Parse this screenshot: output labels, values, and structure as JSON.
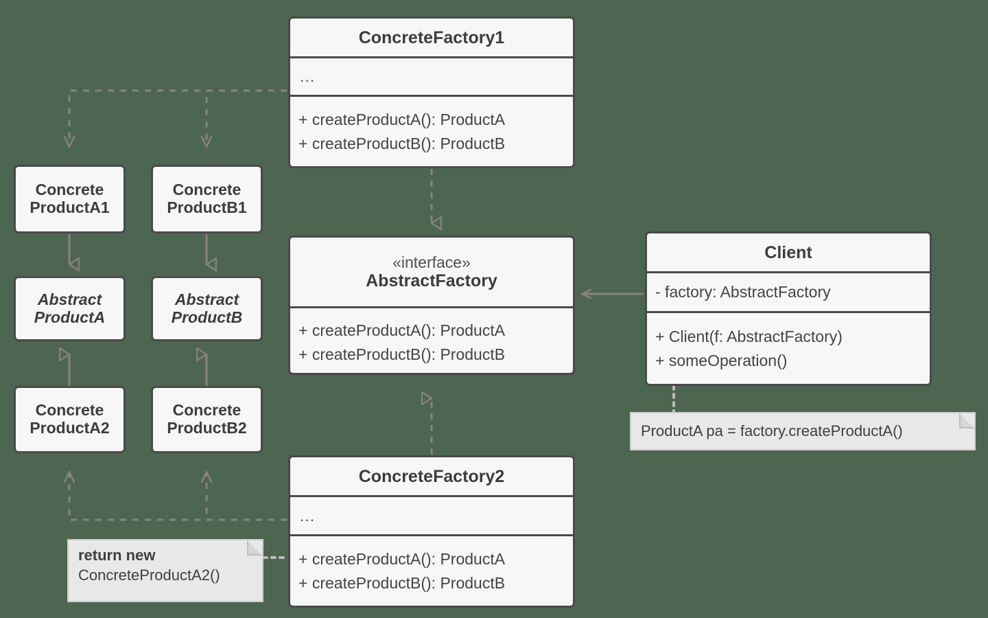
{
  "diagram": {
    "title": "Abstract Factory UML class diagram",
    "background_color": "#4d6651",
    "box_fill": "#f7f7f7",
    "box_border": "#4a4a4a",
    "note_fill": "#e8e8e8",
    "edge_color": "#8a8183"
  },
  "classes": {
    "concrete_factory_1": {
      "name": "ConcreteFactory1",
      "attributes": "...",
      "operations": [
        "+ createProductA(): ProductA",
        "+ createProductB(): ProductB"
      ]
    },
    "concrete_factory_2": {
      "name": "ConcreteFactory2",
      "attributes": "...",
      "operations": [
        "+ createProductA(): ProductA",
        "+ createProductB(): ProductB"
      ]
    },
    "abstract_factory": {
      "stereotype": "«interface»",
      "name": "AbstractFactory",
      "operations": [
        "+ createProductA(): ProductA",
        "+ createProductB(): ProductB"
      ]
    },
    "client": {
      "name": "Client",
      "attributes": [
        "- factory: AbstractFactory"
      ],
      "operations": [
        "+ Client(f: AbstractFactory)",
        "+ someOperation()"
      ]
    },
    "concrete_product_a1": {
      "line1": "Concrete",
      "line2": "ProductA1"
    },
    "concrete_product_b1": {
      "line1": "Concrete",
      "line2": "ProductB1"
    },
    "abstract_product_a": {
      "line1": "Abstract",
      "line2": "ProductA"
    },
    "abstract_product_b": {
      "line1": "Abstract",
      "line2": "ProductB"
    },
    "concrete_product_a2": {
      "line1": "Concrete",
      "line2": "ProductA2"
    },
    "concrete_product_b2": {
      "line1": "Concrete",
      "line2": "ProductB2"
    }
  },
  "notes": {
    "factory_note": {
      "line1": "return new",
      "line2": "ConcreteProductA2()"
    },
    "client_note": {
      "line1": "ProductA pa = factory.createProductA()"
    }
  },
  "relations": [
    {
      "kind": "realization",
      "from": "ConcreteFactory1",
      "to": "AbstractFactory"
    },
    {
      "kind": "realization",
      "from": "ConcreteFactory2",
      "to": "AbstractFactory"
    },
    {
      "kind": "association",
      "from": "Client",
      "to": "AbstractFactory"
    },
    {
      "kind": "generalization",
      "from": "ConcreteProductA1",
      "to": "AbstractProductA"
    },
    {
      "kind": "generalization",
      "from": "ConcreteProductB1",
      "to": "AbstractProductB"
    },
    {
      "kind": "generalization",
      "from": "ConcreteProductA2",
      "to": "AbstractProductA"
    },
    {
      "kind": "generalization",
      "from": "ConcreteProductB2",
      "to": "AbstractProductB"
    },
    {
      "kind": "dependency",
      "from": "ConcreteFactory1",
      "to": "ConcreteProductA1"
    },
    {
      "kind": "dependency",
      "from": "ConcreteFactory1",
      "to": "ConcreteProductB1"
    },
    {
      "kind": "dependency",
      "from": "ConcreteFactory2",
      "to": "ConcreteProductA2"
    },
    {
      "kind": "dependency",
      "from": "ConcreteFactory2",
      "to": "ConcreteProductB2"
    },
    {
      "kind": "note-anchor",
      "from": "factory_note",
      "to": "ConcreteFactory2"
    },
    {
      "kind": "note-anchor",
      "from": "client_note",
      "to": "Client"
    }
  ]
}
